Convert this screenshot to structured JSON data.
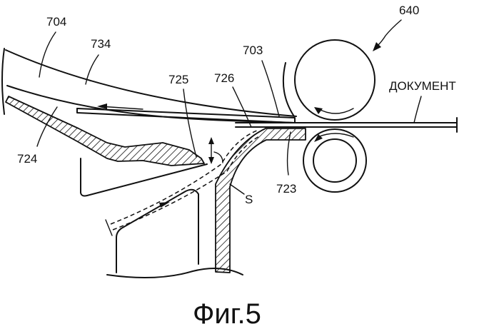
{
  "figure": {
    "caption": "Фиг.5",
    "labels": {
      "l704": "704",
      "l734": "734",
      "l703": "703",
      "l640": "640",
      "l725": "725",
      "l726": "726",
      "l724": "724",
      "l723": "723",
      "lS": "S",
      "document": "ДОКУМЕНТ"
    }
  }
}
